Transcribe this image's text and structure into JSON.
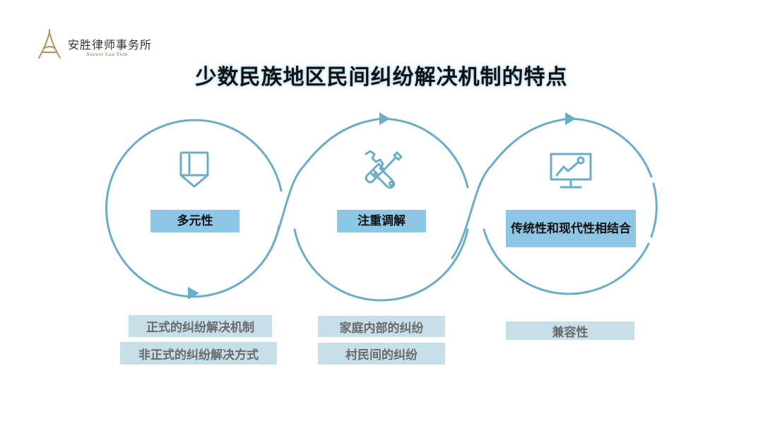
{
  "logo": {
    "name_cn": "安胜律师事务所",
    "name_en": "Answer  Law Firm",
    "icon": "eiffel-tower-logo-icon"
  },
  "title": "少数民族地区民间纠纷解决机制的特点",
  "colors": {
    "circle_stroke": "#6aadc9",
    "label_bg": "#8ec6e6",
    "sub_bg": "#c7dfe9",
    "sub_text": "#6a6a6a",
    "title_glow": "#a9d3ea",
    "logo_gold": "#b8905a"
  },
  "features": [
    {
      "icon": "bookmark-down-icon",
      "label": "多元性",
      "details": [
        "正式的纠纷解决机制",
        "非正式的纠纷解决方式"
      ]
    },
    {
      "icon": "wrench-screwdriver-icon",
      "label": "注重调解",
      "details": [
        "家庭内部的纠纷",
        "村民间的纠纷"
      ]
    },
    {
      "icon": "monitor-chart-icon",
      "label": "传统性和现代性相结合",
      "details": [
        "兼容性"
      ]
    }
  ]
}
